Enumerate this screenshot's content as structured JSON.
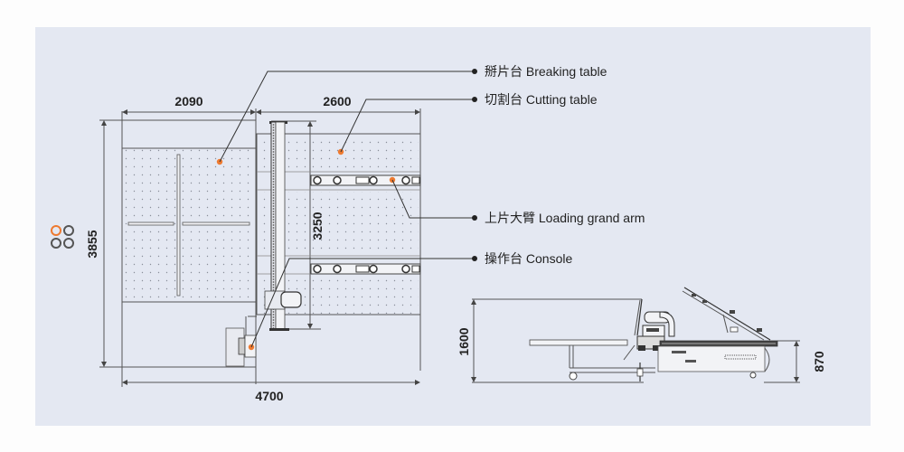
{
  "pager": {
    "dots": [
      {
        "name": "page-1",
        "active": true
      },
      {
        "name": "page-2",
        "active": false
      },
      {
        "name": "page-3",
        "active": false
      },
      {
        "name": "page-4",
        "active": false
      }
    ],
    "accent_color": "#ee7a30",
    "inactive_color": "#555555"
  },
  "plan_view": {
    "dimensions": {
      "breaking_width": "2090",
      "cutting_width": "2600",
      "total_width": "4700",
      "total_height": "3855",
      "cutting_height": "3250"
    }
  },
  "side_view": {
    "dimensions": {
      "height": "1600",
      "table_height": "870"
    }
  },
  "callouts": [
    {
      "id": "breaking-table",
      "label": "掰片台 Breaking table"
    },
    {
      "id": "cutting-table",
      "label": "切割台 Cutting table"
    },
    {
      "id": "loading-arm",
      "label": "上片大臂 Loading grand arm"
    },
    {
      "id": "console",
      "label": "操作台 Console"
    }
  ],
  "colors": {
    "panel_bg": "#e4e8f2",
    "marker": "#ee7a30",
    "line": "#333333"
  }
}
